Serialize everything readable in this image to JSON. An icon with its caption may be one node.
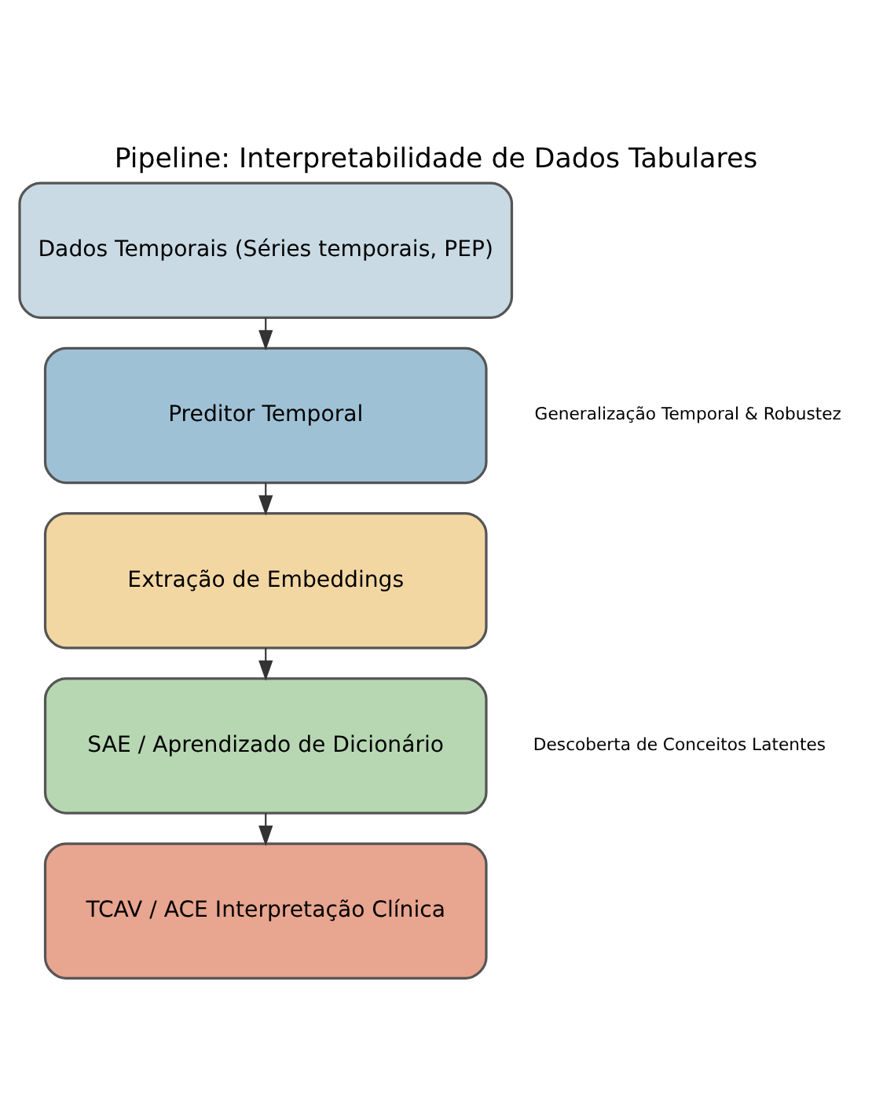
{
  "diagram": {
    "title": "Pipeline: Interpretabilidade de Dados Tabulares",
    "nodes": [
      {
        "text": [
          "Dados Temporais (Séries temporais, PEP)"
        ]
      },
      {
        "text": [
          "Preditor Temporal"
        ],
        "beside": [
          "Generalização Temporal & Robustez"
        ]
      },
      {
        "text": [
          "Extração de Embeddings"
        ]
      },
      {
        "text": [
          "SAE / Aprendizado de Dicionário"
        ],
        "beside": [
          "Descoberta de Conceitos Latentes"
        ]
      },
      {
        "text": [
          "TCAV / ACE Interpretação Clínica"
        ]
      }
    ],
    "edges": [
      {
        "from": 0,
        "to": 1,
        "arrow": "to"
      },
      {
        "from": 1,
        "to": 2,
        "arrow": "to"
      },
      {
        "from": 2,
        "to": 3,
        "arrow": "to"
      },
      {
        "from": 3,
        "to": 4,
        "arrow": "to"
      }
    ]
  }
}
